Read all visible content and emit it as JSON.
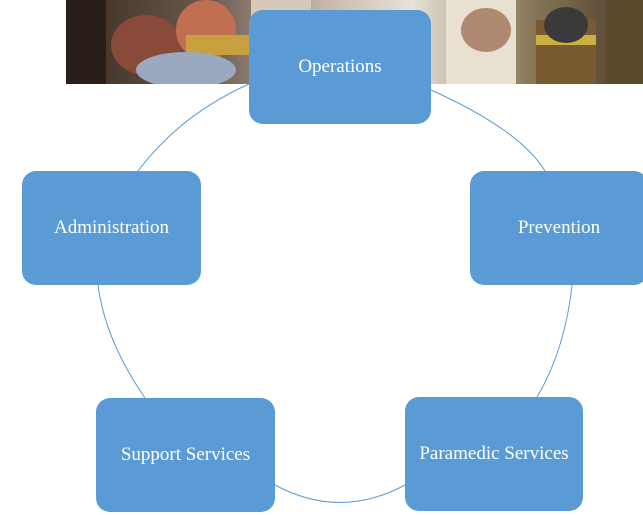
{
  "diagram": {
    "type": "cycle",
    "accent_color": "#5b9bd5",
    "connector_color": "#5b9bd5",
    "nodes": [
      {
        "id": "operations",
        "label": "Operations"
      },
      {
        "id": "prevention",
        "label": "Prevention"
      },
      {
        "id": "paramedic",
        "label": "Paramedic Services"
      },
      {
        "id": "support",
        "label": "Support Services"
      },
      {
        "id": "administration",
        "label": "Administration"
      }
    ]
  },
  "banner": {
    "subject": "firefighters-photo"
  }
}
